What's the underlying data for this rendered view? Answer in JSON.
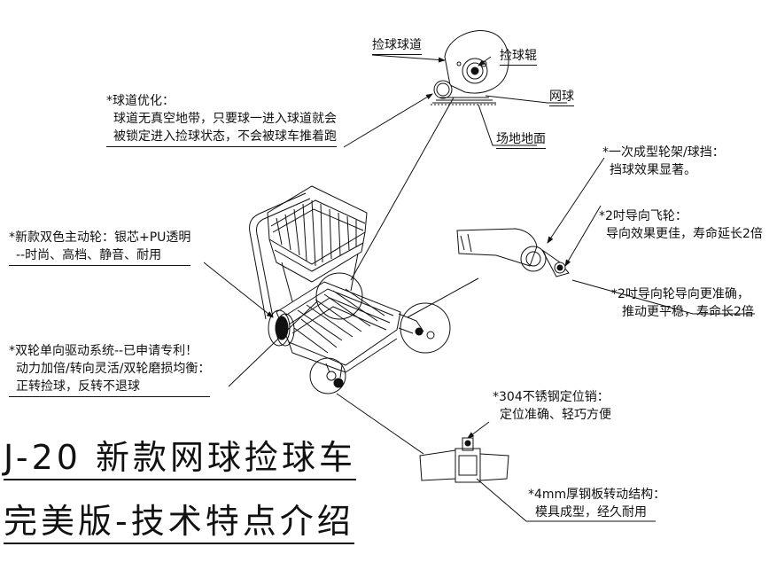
{
  "title": {
    "line1": "J-20 新款网球捡球车",
    "line2": "完美版-技术特点介绍"
  },
  "labels": {
    "ball_channel": "捡球球道",
    "pickup_roller": "捡球辊",
    "tennis_ball": "网球",
    "court_ground": "场地地面"
  },
  "notes": {
    "channel": {
      "lines": [
        "*球道优化：",
        "球道无真空地带，只要球一进入球道就会",
        "被锁定进入捡球状态，不会被球车推着跑"
      ]
    },
    "wheel_frame": {
      "lines": [
        "*一次成型轮架/球挡：",
        "挡球效果显著。"
      ]
    },
    "caster": {
      "lines": [
        "*2吋导向飞轮：",
        "导向效果更佳，寿命延长2倍"
      ]
    },
    "drive_wheel": {
      "lines": [
        "*新款双色主动轮：银芯+PU透明",
        "--时尚、高档、静音、耐用"
      ]
    },
    "guide_wheel": {
      "lines": [
        "*2吋导向轮导向更准确，",
        "推动更平稳，寿命长2倍"
      ]
    },
    "drive_system": {
      "lines": [
        "*双轮单向驱动系统--已申请专利！",
        "动力加倍/转向灵活/双轮磨损均衡：",
        "正转捡球，反转不退球"
      ]
    },
    "pin": {
      "lines": [
        "*304不锈钢定位销：",
        "定位准确、轻巧方便"
      ]
    },
    "steel_plate": {
      "lines": [
        "*4mm厚钢板转动结构：",
        "模具成型，经久耐用"
      ]
    }
  }
}
